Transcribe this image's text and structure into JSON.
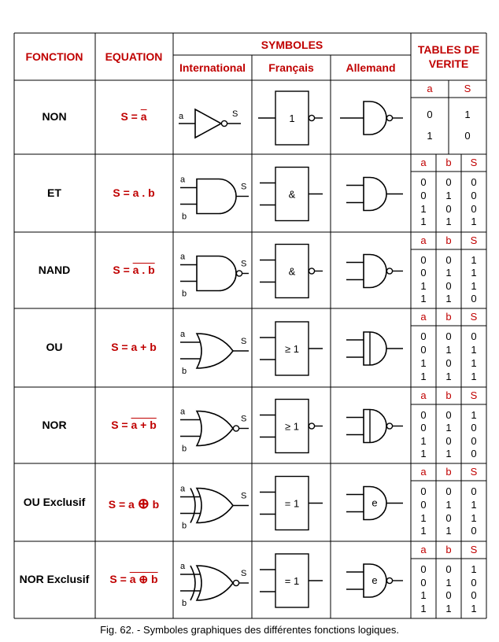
{
  "headers": {
    "fonction": "FONCTION",
    "equation": "EQUATION",
    "symboles": "SYMBOLES",
    "international": "International",
    "francais": "Français",
    "allemand": "Allemand",
    "tables_line1": "TABLES DE",
    "tables_line2": "VERITE"
  },
  "rows": [
    {
      "fonction": "NON",
      "equation_prefix": "S = ",
      "equation_over": "a",
      "equation_suffix": "",
      "fr_symbol": "1",
      "de_symbol": "",
      "tt_cols": [
        "a",
        "S"
      ],
      "tt_values": [
        [
          "0",
          "1"
        ],
        [
          "1",
          "0"
        ]
      ]
    },
    {
      "fonction": "ET",
      "equation_prefix": "S = a . b",
      "equation_over": "",
      "equation_suffix": "",
      "fr_symbol": "&",
      "de_symbol": "",
      "tt_cols": [
        "a",
        "b",
        "S"
      ],
      "tt_values": [
        [
          "0",
          "0",
          "0"
        ],
        [
          "0",
          "1",
          "0"
        ],
        [
          "1",
          "0",
          "0"
        ],
        [
          "1",
          "1",
          "1"
        ]
      ]
    },
    {
      "fonction": "NAND",
      "equation_prefix": "S = ",
      "equation_over": "a . b",
      "equation_suffix": "",
      "fr_symbol": "&",
      "de_symbol": "",
      "tt_cols": [
        "a",
        "b",
        "S"
      ],
      "tt_values": [
        [
          "0",
          "0",
          "1"
        ],
        [
          "0",
          "1",
          "1"
        ],
        [
          "1",
          "0",
          "1"
        ],
        [
          "1",
          "1",
          "0"
        ]
      ]
    },
    {
      "fonction": "OU",
      "equation_prefix": "S = a + b",
      "equation_over": "",
      "equation_suffix": "",
      "fr_symbol": "≥ 1",
      "de_symbol": "",
      "tt_cols": [
        "a",
        "b",
        "S"
      ],
      "tt_values": [
        [
          "0",
          "0",
          "0"
        ],
        [
          "0",
          "1",
          "1"
        ],
        [
          "1",
          "0",
          "1"
        ],
        [
          "1",
          "1",
          "1"
        ]
      ]
    },
    {
      "fonction": "NOR",
      "equation_prefix": "S = ",
      "equation_over": "a + b",
      "equation_suffix": "",
      "fr_symbol": "≥ 1",
      "de_symbol": "",
      "tt_cols": [
        "a",
        "b",
        "S"
      ],
      "tt_values": [
        [
          "0",
          "0",
          "1"
        ],
        [
          "0",
          "1",
          "0"
        ],
        [
          "1",
          "0",
          "0"
        ],
        [
          "1",
          "1",
          "0"
        ]
      ]
    },
    {
      "fonction": "OU Exclusif",
      "equation_prefix": "S = a ",
      "equation_over": "",
      "equation_suffix": " b",
      "fr_symbol": "= 1",
      "de_symbol": "e",
      "tt_cols": [
        "a",
        "b",
        "S"
      ],
      "tt_values": [
        [
          "0",
          "0",
          "0"
        ],
        [
          "0",
          "1",
          "1"
        ],
        [
          "1",
          "0",
          "1"
        ],
        [
          "1",
          "1",
          "0"
        ]
      ]
    },
    {
      "fonction": "NOR Exclusif",
      "equation_prefix": "S = ",
      "equation_over": "a ⊕ b",
      "equation_suffix": "",
      "fr_symbol": "= 1",
      "de_symbol": "e",
      "tt_cols": [
        "a",
        "b",
        "S"
      ],
      "tt_values": [
        [
          "0",
          "0",
          "1"
        ],
        [
          "0",
          "1",
          "0"
        ],
        [
          "1",
          "0",
          "0"
        ],
        [
          "1",
          "1",
          "1"
        ]
      ]
    }
  ],
  "pin_labels": {
    "a": "a",
    "b": "b",
    "s": "S"
  },
  "caption": "Fig. 62. - Symboles graphiques des différentes fonctions logiques.",
  "colors": {
    "accent": "#c00000",
    "line": "#000000"
  }
}
